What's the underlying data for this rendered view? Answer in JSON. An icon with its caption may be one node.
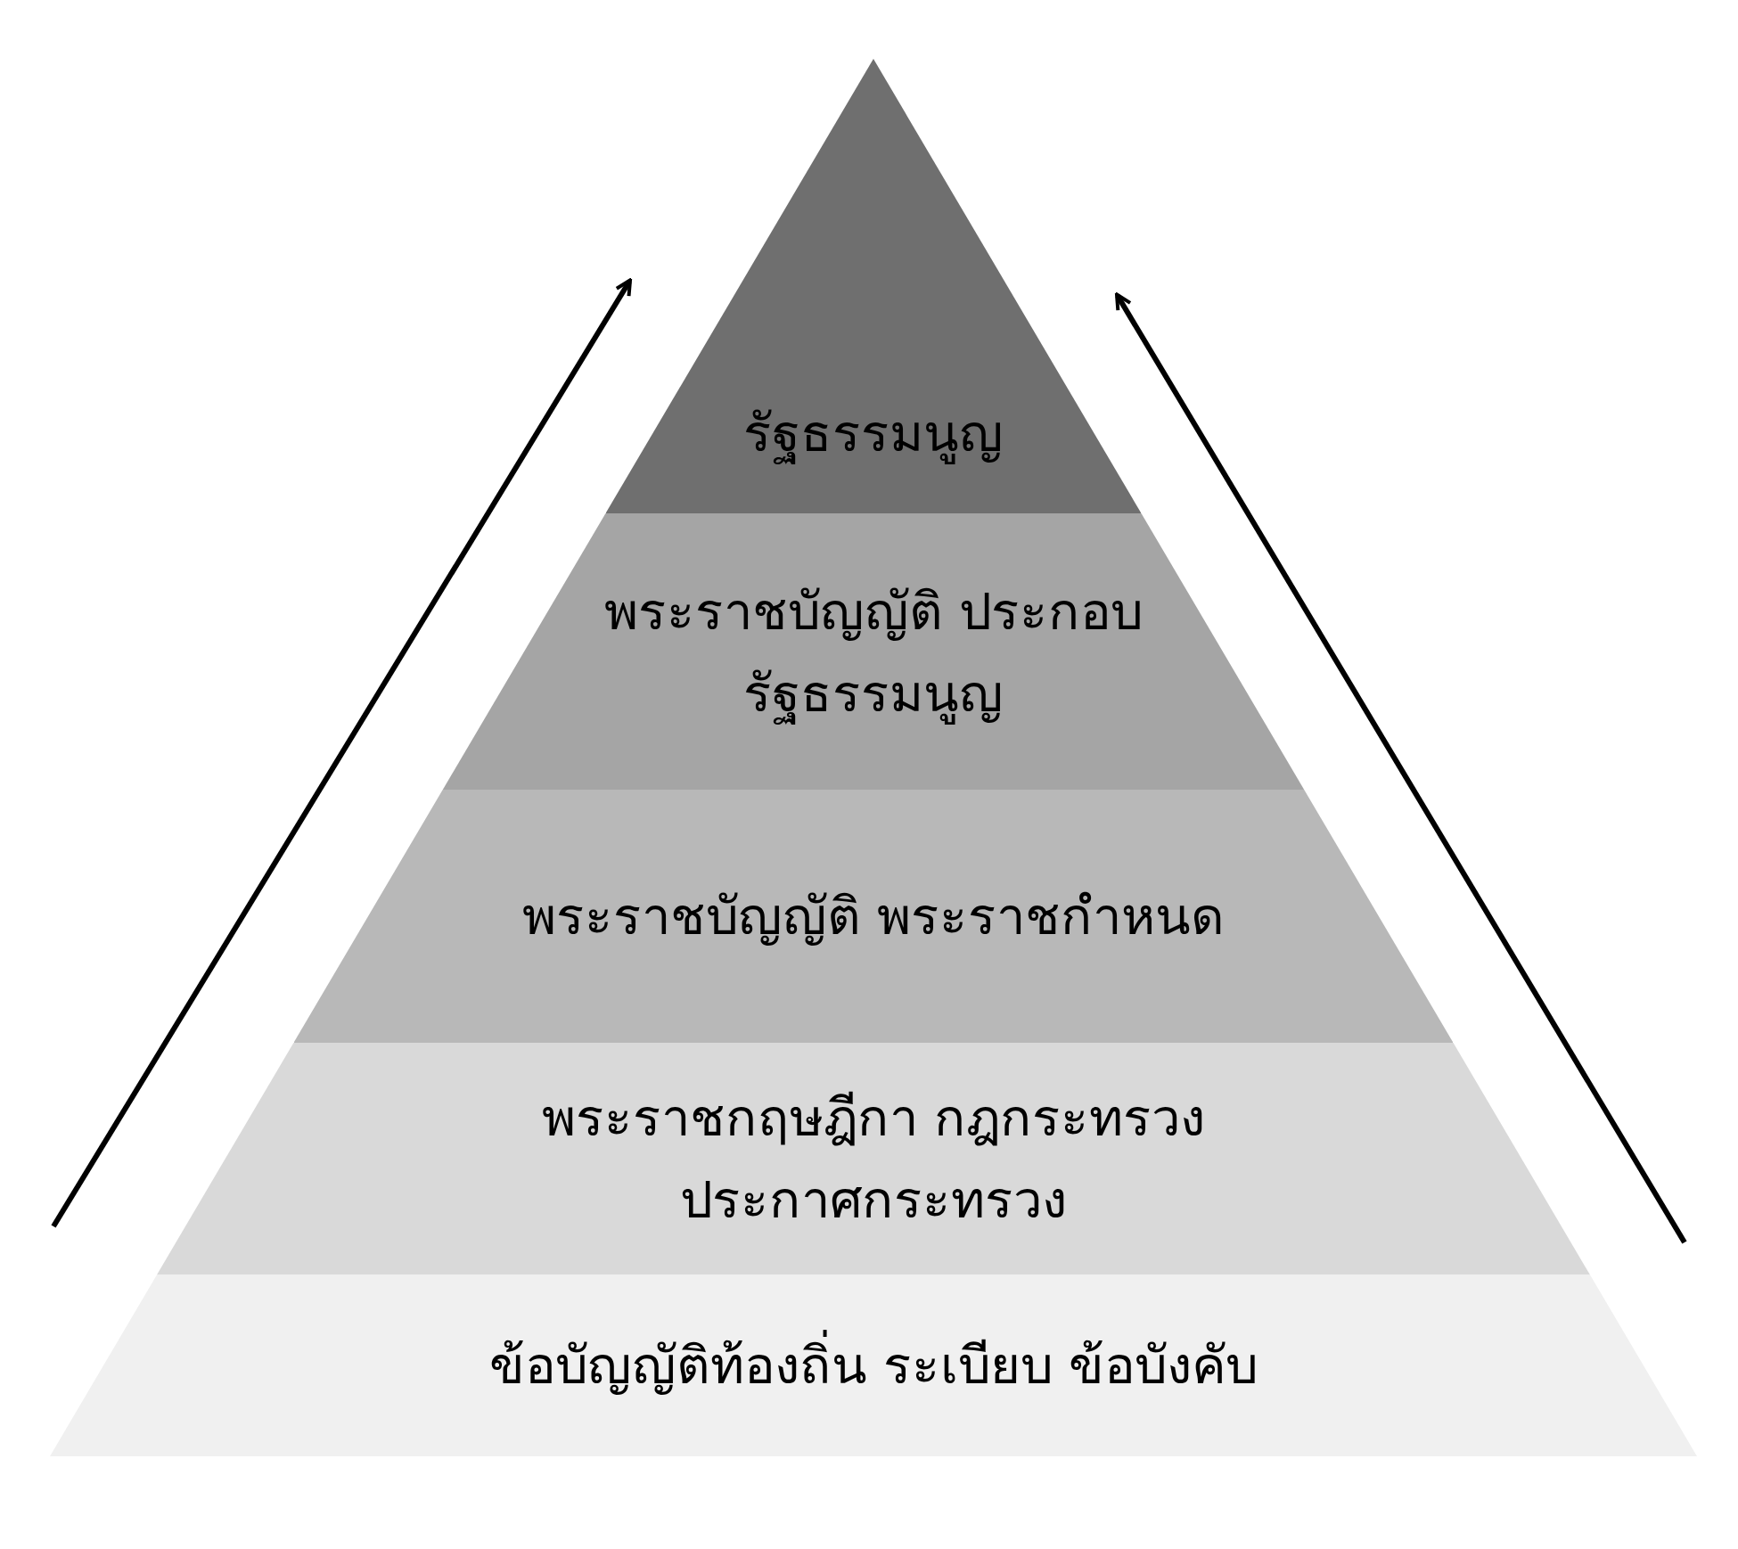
{
  "diagram": {
    "nodes": [
      {
        "text": [
          "รัฐธรรมนูญ"
        ]
      },
      {
        "text": [
          "พระราชบัญญัติ ประกอบรัฐธรรมนูญ"
        ]
      },
      {
        "text": [
          "พระราชบัญญัติ พระราชกำหนด"
        ]
      },
      {
        "text": [
          "พระราชกฤษฎีกา กฎกระทรวง ประกาศกระทรวง"
        ]
      },
      {
        "text": [
          "ข้อบัญญัติท้องถิ่น ระเบียบ ข้อบังคับ"
        ]
      }
    ]
  }
}
